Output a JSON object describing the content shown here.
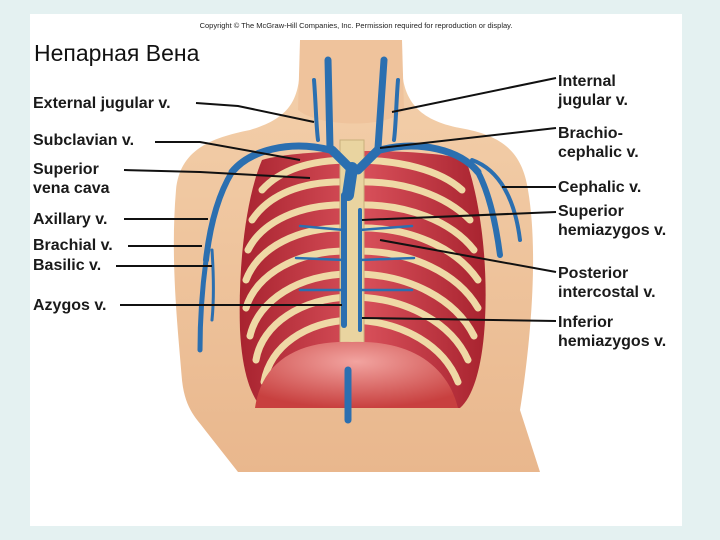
{
  "slide": {
    "copyright": "Copyright © The McGraw-Hill Companies, Inc. Permission required for reproduction or display.",
    "title": "Непарная Вена"
  },
  "labels": {
    "external_jugular": "External jugular v.",
    "subclavian": "Subclavian v.",
    "superior_vena_cava": [
      "Superior",
      "vena cava"
    ],
    "axillary": "Axillary v.",
    "brachial": "Brachial v.",
    "basilic": "Basilic v.",
    "azygos": "Azygos v.",
    "internal_jugular": [
      "Internal",
      "jugular v."
    ],
    "brachiocephalic": [
      "Brachio-",
      "cephalic v."
    ],
    "cephalic": "Cephalic v.",
    "superior_hemiazygos": [
      "Superior",
      "hemiazygos v."
    ],
    "posterior_intercostal": [
      "Posterior",
      "intercostal v."
    ],
    "inferior_hemiazygos": [
      "Inferior",
      "hemiazygos v."
    ]
  },
  "colors": {
    "vein": "#2b6fb0",
    "skin": "#f1c59e",
    "muscle": "#c8333e",
    "rib": "#efd9a6",
    "diaphragm": "#d95a5a"
  }
}
